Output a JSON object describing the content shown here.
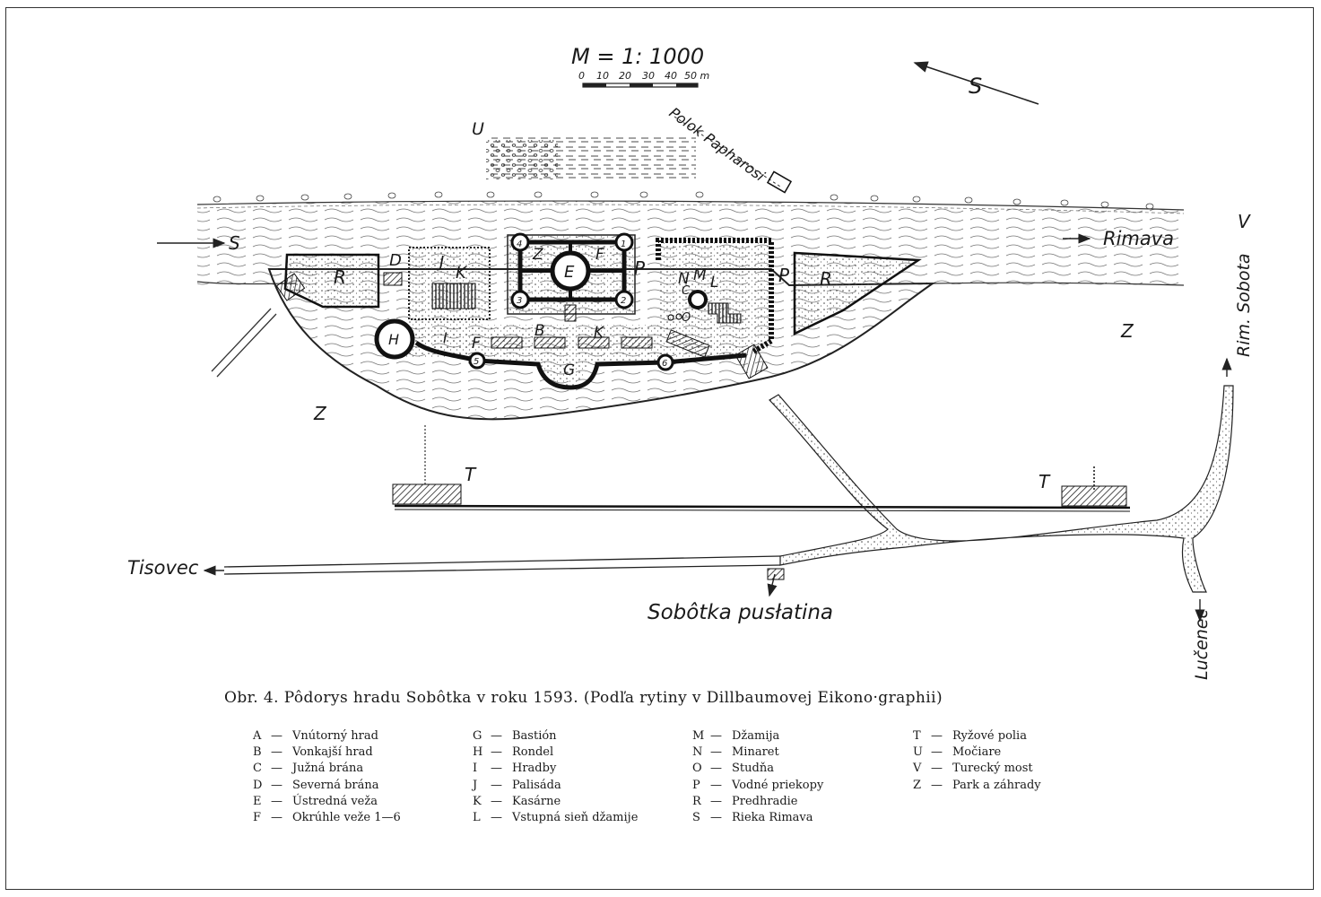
{
  "scale": {
    "title": "M = 1: 1000",
    "ticks": [
      "0",
      "10",
      "20",
      "30",
      "40",
      "50 m"
    ]
  },
  "map_labels": {
    "north": "S",
    "polok": "Polok Papharosi",
    "marsh": "U",
    "river": "Rimava",
    "river_start": "S",
    "bridge": "V",
    "rim_sobota": "Rim. Sobota",
    "park_left": "Z",
    "park_right": "Z",
    "rice_left": "T",
    "rice_right": "T",
    "tisovec": "Tisovec",
    "sobotka": "Sobôtka pusłatina",
    "lucenec": "Lučenec",
    "r_left": "R",
    "r_right": "R",
    "d": "D",
    "j": "J",
    "k_upper": "K",
    "z_castle": "Z",
    "f_castle": "F",
    "e": "E",
    "p1": "P",
    "p2": "P",
    "n": "N",
    "m": "M",
    "l": "L",
    "c": "C",
    "o": "O",
    "h": "H",
    "i": "I",
    "f_wall": "F",
    "b": "B",
    "k_lower": "K",
    "g": "G",
    "t1": "4",
    "t2": "1",
    "t3": "3",
    "t4": "2",
    "t5": "5",
    "t6": "6"
  },
  "caption": "Obr. 4. Pôdorys hradu Sobôtka v roku 1593. (Podľa rytiny v Dillbaumovej Eikono·graphii)",
  "legend": {
    "col1": [
      {
        "key": "A",
        "text": "Vnútorný hrad"
      },
      {
        "key": "B",
        "text": "Vonkajší hrad"
      },
      {
        "key": "C",
        "text": "Južná brána"
      },
      {
        "key": "D",
        "text": "Severná brána"
      },
      {
        "key": "E",
        "text": "Ústredná veža"
      },
      {
        "key": "F",
        "text": "Okrúhle veže 1—6"
      }
    ],
    "col2": [
      {
        "key": "G",
        "text": "Bastión"
      },
      {
        "key": "H",
        "text": "Rondel"
      },
      {
        "key": "I",
        "text": "Hradby"
      },
      {
        "key": "J",
        "text": "Palisáda"
      },
      {
        "key": "K",
        "text": "Kasárne"
      },
      {
        "key": "L",
        "text": "Vstupná sieň džamije"
      }
    ],
    "col3": [
      {
        "key": "M",
        "text": "Džamija"
      },
      {
        "key": "N",
        "text": "Minaret"
      },
      {
        "key": "O",
        "text": "Studňa"
      },
      {
        "key": "P",
        "text": "Vodné priekopy"
      },
      {
        "key": "R",
        "text": "Predhradie"
      },
      {
        "key": "S",
        "text": "Rieka Rimava"
      }
    ],
    "col4": [
      {
        "key": "T",
        "text": "Ryžové polia"
      },
      {
        "key": "U",
        "text": "Močiare"
      },
      {
        "key": "V",
        "text": "Turecký most"
      },
      {
        "key": "Z",
        "text": "Park a záhrady"
      }
    ],
    "dash": "—"
  }
}
